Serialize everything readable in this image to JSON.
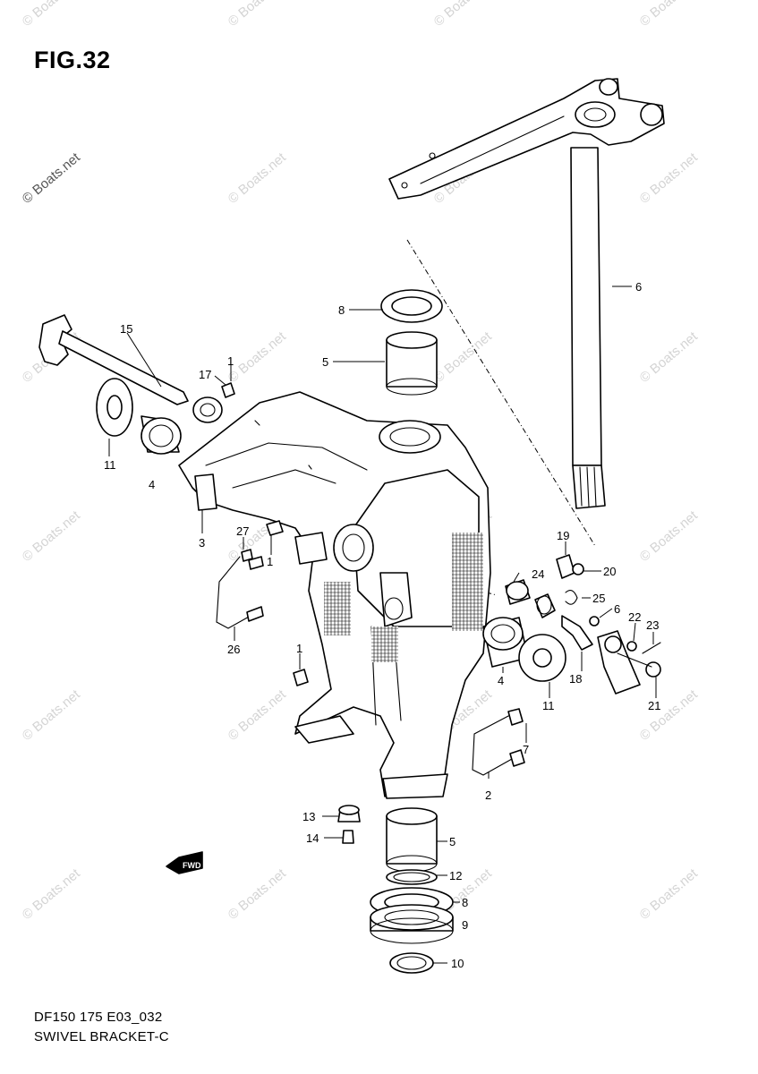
{
  "figure": {
    "title": "FIG.32",
    "code": "DF150 175 E03_032",
    "name": "SWIVEL BRACKET-C"
  },
  "watermark": {
    "text": "© Boats.net",
    "color": "#d4d4d4"
  },
  "callouts": [
    "1",
    "1",
    "1",
    "2",
    "3",
    "4",
    "4",
    "5",
    "5",
    "6",
    "6",
    "7",
    "8",
    "8",
    "9",
    "10",
    "11",
    "11",
    "12",
    "13",
    "14",
    "15",
    "17",
    "18",
    "19",
    "20",
    "21",
    "22",
    "23",
    "24",
    "25",
    "26",
    "27"
  ],
  "icons": {
    "direction_arrow": "fwd-arrow-icon"
  }
}
